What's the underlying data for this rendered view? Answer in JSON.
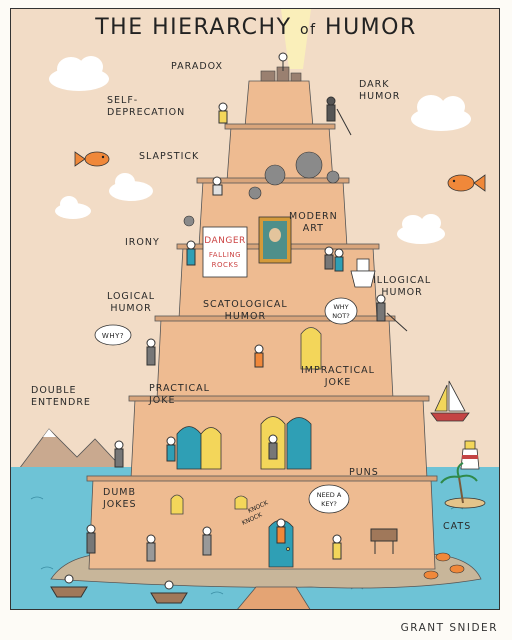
{
  "title": {
    "pre": "THE HIERARCHY",
    "of": "of",
    "post": "HUMOR"
  },
  "levels": {
    "paradox": "PARADOX",
    "self_deprecation": "SELF-\nDEPRECATION",
    "dark_humor": "DARK\nHUMOR",
    "slapstick": "SLAPSTICK",
    "irony": "IRONY",
    "modern_art": "MODERN\nART",
    "logical_humor": "LOGICAL\nHUMOR",
    "illogical_humor": "ILLOGICAL\nHUMOR",
    "scatological_humor": "SCATOLOGICAL\nHUMOR",
    "double_entendre": "DOUBLE\nENTENDRE",
    "practical_joke": "PRACTICAL\nJOKE",
    "impractical_joke": "IMPRACTICAL\nJOKE",
    "puns": "PUNS",
    "dumb_jokes": "DUMB\nJOKES",
    "cats": "CATS"
  },
  "sign": {
    "line1": "DANGER",
    "line2": "FALLING",
    "line3": "ROCKS"
  },
  "bubbles": {
    "why": "WHY?",
    "why_not_1": "WHY",
    "why_not_2": "NOT?",
    "need_key_1": "NEED A",
    "need_key_2": "KEY?"
  },
  "knock": {
    "line1": "KNOCK",
    "line2": "KNOCK"
  },
  "signature": "GRANT SNIDER",
  "colors": {
    "sky": "#f2dcc6",
    "sea": "#6ec3d6",
    "tower": "#eebb91",
    "door": "#2f9fb5",
    "window": "#f3d65a",
    "sign": "#c44444"
  }
}
